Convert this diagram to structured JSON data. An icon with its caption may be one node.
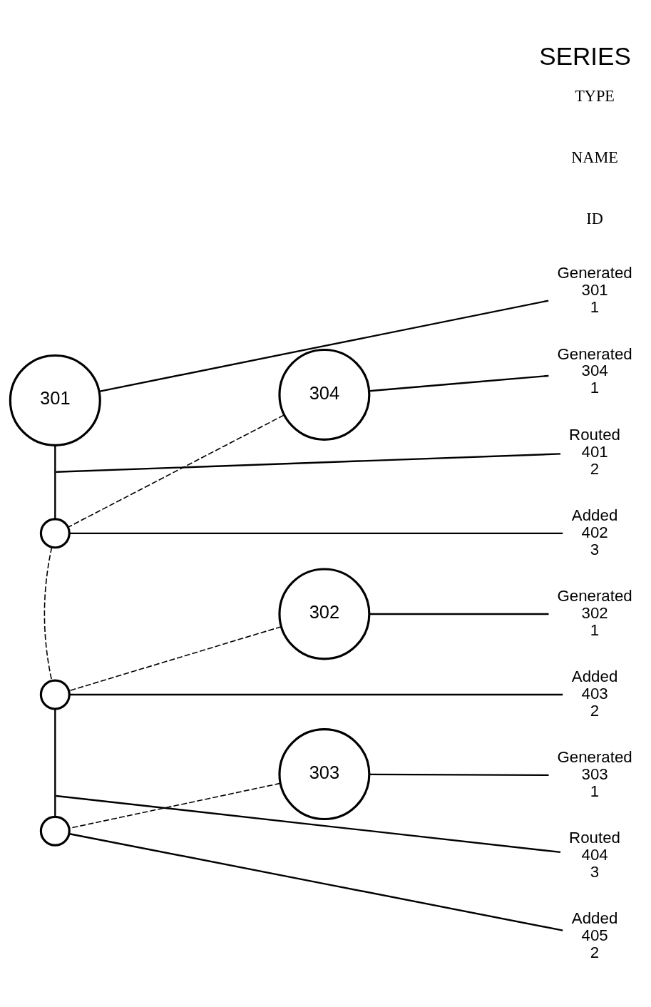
{
  "diagram": {
    "title": "SERIES",
    "nodes": [
      {
        "text": [
          "301"
        ]
      },
      {
        "text": [
          "Generated",
          "301",
          "1"
        ]
      },
      {
        "text": [
          "304"
        ]
      },
      {
        "text": [
          "Generated",
          "304",
          "1"
        ]
      },
      {
        "text": [
          "Routed",
          "401",
          "2"
        ]
      },
      {
        "text": [],
        "shape": "circle"
      },
      {
        "text": [
          "Added",
          "402",
          "3"
        ]
      },
      {
        "text": [
          "302"
        ]
      },
      {
        "text": [
          "Generated",
          "302",
          "1"
        ]
      },
      {
        "text": [],
        "shape": "circle"
      },
      {
        "text": [
          "Added",
          "403",
          "2"
        ]
      },
      {
        "text": [
          "303"
        ]
      },
      {
        "text": [
          "Generated",
          "303",
          "1"
        ]
      },
      {
        "text": [
          "Routed",
          "404",
          "3"
        ]
      },
      {
        "text": [],
        "shape": "circle"
      },
      {
        "text": [
          "Added",
          "405",
          "2"
        ]
      }
    ],
    "edges": [
      {
        "from": 0,
        "to": 1,
        "arrow": "none"
      },
      {
        "from": 0,
        "to": 5,
        "arrow": "none"
      },
      {
        "from": 2,
        "to": 3,
        "arrow": "none"
      },
      {
        "from": 2,
        "to": 5,
        "arrow": "none",
        "style": "dashed"
      },
      {
        "from": null,
        "to": 4,
        "arrow": "none"
      },
      {
        "from": 5,
        "to": 6,
        "arrow": "none"
      },
      {
        "from": 5,
        "to": 9,
        "arrow": "none",
        "style": "dashed"
      },
      {
        "from": 7,
        "to": 8,
        "arrow": "none"
      },
      {
        "from": 7,
        "to": 9,
        "arrow": "none",
        "style": "dashed"
      },
      {
        "from": 9,
        "to": 10,
        "arrow": "none"
      },
      {
        "from": 9,
        "to": 14,
        "arrow": "none"
      },
      {
        "from": 11,
        "to": 12,
        "arrow": "none"
      },
      {
        "from": 11,
        "to": 14,
        "arrow": "none",
        "style": "dashed"
      },
      {
        "from": null,
        "to": 13,
        "arrow": "none"
      },
      {
        "from": 14,
        "to": 15,
        "arrow": "none"
      }
    ],
    "labels": [
      "TYPE",
      "NAME",
      "ID"
    ]
  }
}
